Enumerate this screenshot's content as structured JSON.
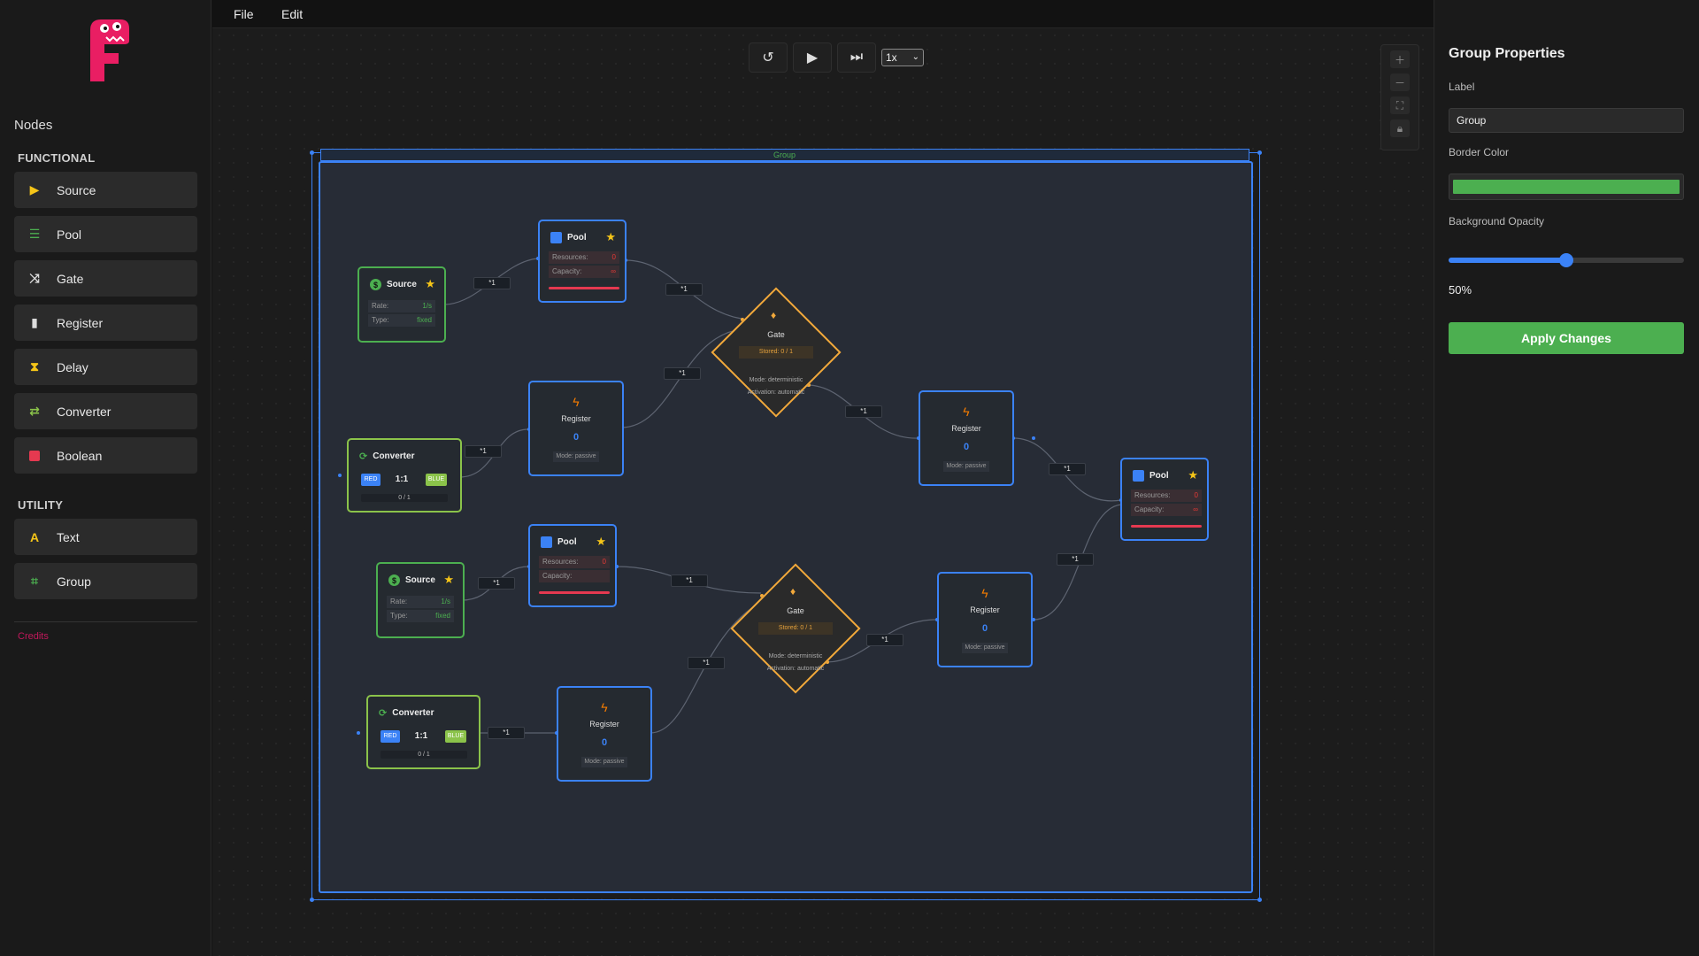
{
  "menu": {
    "file": "File",
    "edit": "Edit"
  },
  "sidebar": {
    "title": "Nodes",
    "functional_label": "FUNCTIONAL",
    "utility_label": "UTILITY",
    "items": [
      {
        "label": "Source",
        "icon": "play-icon",
        "color": "#f5c518"
      },
      {
        "label": "Pool",
        "icon": "database-icon",
        "color": "#4caf50"
      },
      {
        "label": "Gate",
        "icon": "shuffle-icon",
        "color": "#dddddd"
      },
      {
        "label": "Register",
        "icon": "clipboard-icon",
        "color": "#dddddd"
      },
      {
        "label": "Delay",
        "icon": "hourglass-icon",
        "color": "#f5c518"
      },
      {
        "label": "Converter",
        "icon": "swap-icon",
        "color": "#8bc34a"
      },
      {
        "label": "Boolean",
        "icon": "square-icon",
        "color": "#e53950"
      }
    ],
    "utility_items": [
      {
        "label": "Text",
        "icon": "text-icon",
        "color": "#f5c518"
      },
      {
        "label": "Group",
        "icon": "group-icon",
        "color": "#4caf50"
      }
    ],
    "credits": "Credits"
  },
  "playbar": {
    "speed": "1x"
  },
  "group": {
    "label": "Group",
    "border_color": "#4caf50"
  },
  "nodes": {
    "source": {
      "title": "Source",
      "rate_k": "Rate:",
      "rate_v": "1/s",
      "type_k": "Type:",
      "type_v": "fixed"
    },
    "pool": {
      "title": "Pool",
      "res_k": "Resources:",
      "res_v": "0",
      "cap_k": "Capacity:",
      "cap_v": "∞"
    },
    "register": {
      "title": "Register",
      "value": "0",
      "mode": "Mode: passive"
    },
    "converter": {
      "title": "Converter",
      "in": "RED",
      "ratio": "1:1",
      "out": "BLUE",
      "progress": "0 / 1"
    },
    "gate": {
      "title": "Gate",
      "stored": "Stored: 0 / 1",
      "mode": "Mode: deterministic",
      "activation": "Activation: automatic"
    },
    "edge_label": "*1"
  },
  "panel": {
    "title": "Group Properties",
    "label_label": "Label",
    "label_value": "Group",
    "border_color_label": "Border Color",
    "opacity_label": "Background Opacity",
    "opacity_value": "50%",
    "opacity_fraction": 0.5,
    "apply": "Apply Changes"
  }
}
